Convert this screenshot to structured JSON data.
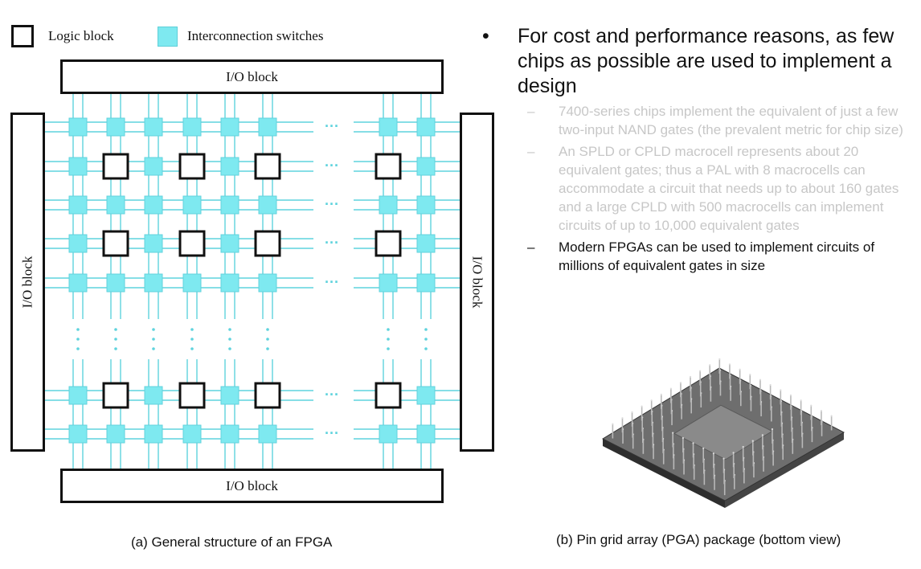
{
  "legend": {
    "logic_block": "Logic block",
    "interconnection_switches": "Interconnection switches"
  },
  "io_blocks": {
    "top": "I/O block",
    "bottom": "I/O block",
    "left": "I/O block",
    "right": "I/O block"
  },
  "grid_ellipsis": "···",
  "captions": {
    "fpga": "(a) General structure of an FPGA",
    "pga": "(b) Pin grid array (PGA) package (bottom view)"
  },
  "bullets": {
    "main": "For cost and performance reasons, as few chips as possible are used to implement a design",
    "sub": [
      "7400-series chips implement the equivalent of just a few two-input NAND gates (the prevalent metric for chip size)",
      "An SPLD or CPLD macrocell represents about 20 equivalent gates; thus a PAL with 8 macrocells can accommodate a circuit that needs up to about 160 gates and a large CPLD with 500 macrocells can implement circuits of up to 10,000 equivalent gates",
      "Modern FPGAs can be used to implement circuits of millions of equivalent gates in size"
    ]
  },
  "colors": {
    "switch_fill": "#7ee9f0",
    "wire": "#5fd3dd",
    "dimmed_text": "#c7c7c7"
  }
}
